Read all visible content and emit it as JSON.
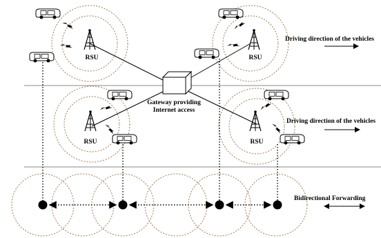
{
  "labels": {
    "rsu": "RSU",
    "gateway_line1": "Gateway providing",
    "gateway_line2": "Internet access",
    "driving_direction": "Driving direction of the vehicles",
    "bidirectional": "Bidirectional Forwarding"
  },
  "colors": {
    "line": "#000000",
    "range_circle": "#a07850",
    "divider": "#888888",
    "background": "#ffffff"
  },
  "icons": {
    "tower": "rsu-tower-icon",
    "vehicle": "vehicle-icon",
    "gateway": "gateway-box-icon",
    "node": "forwarding-node-icon",
    "lightning": "wireless-link-icon"
  }
}
